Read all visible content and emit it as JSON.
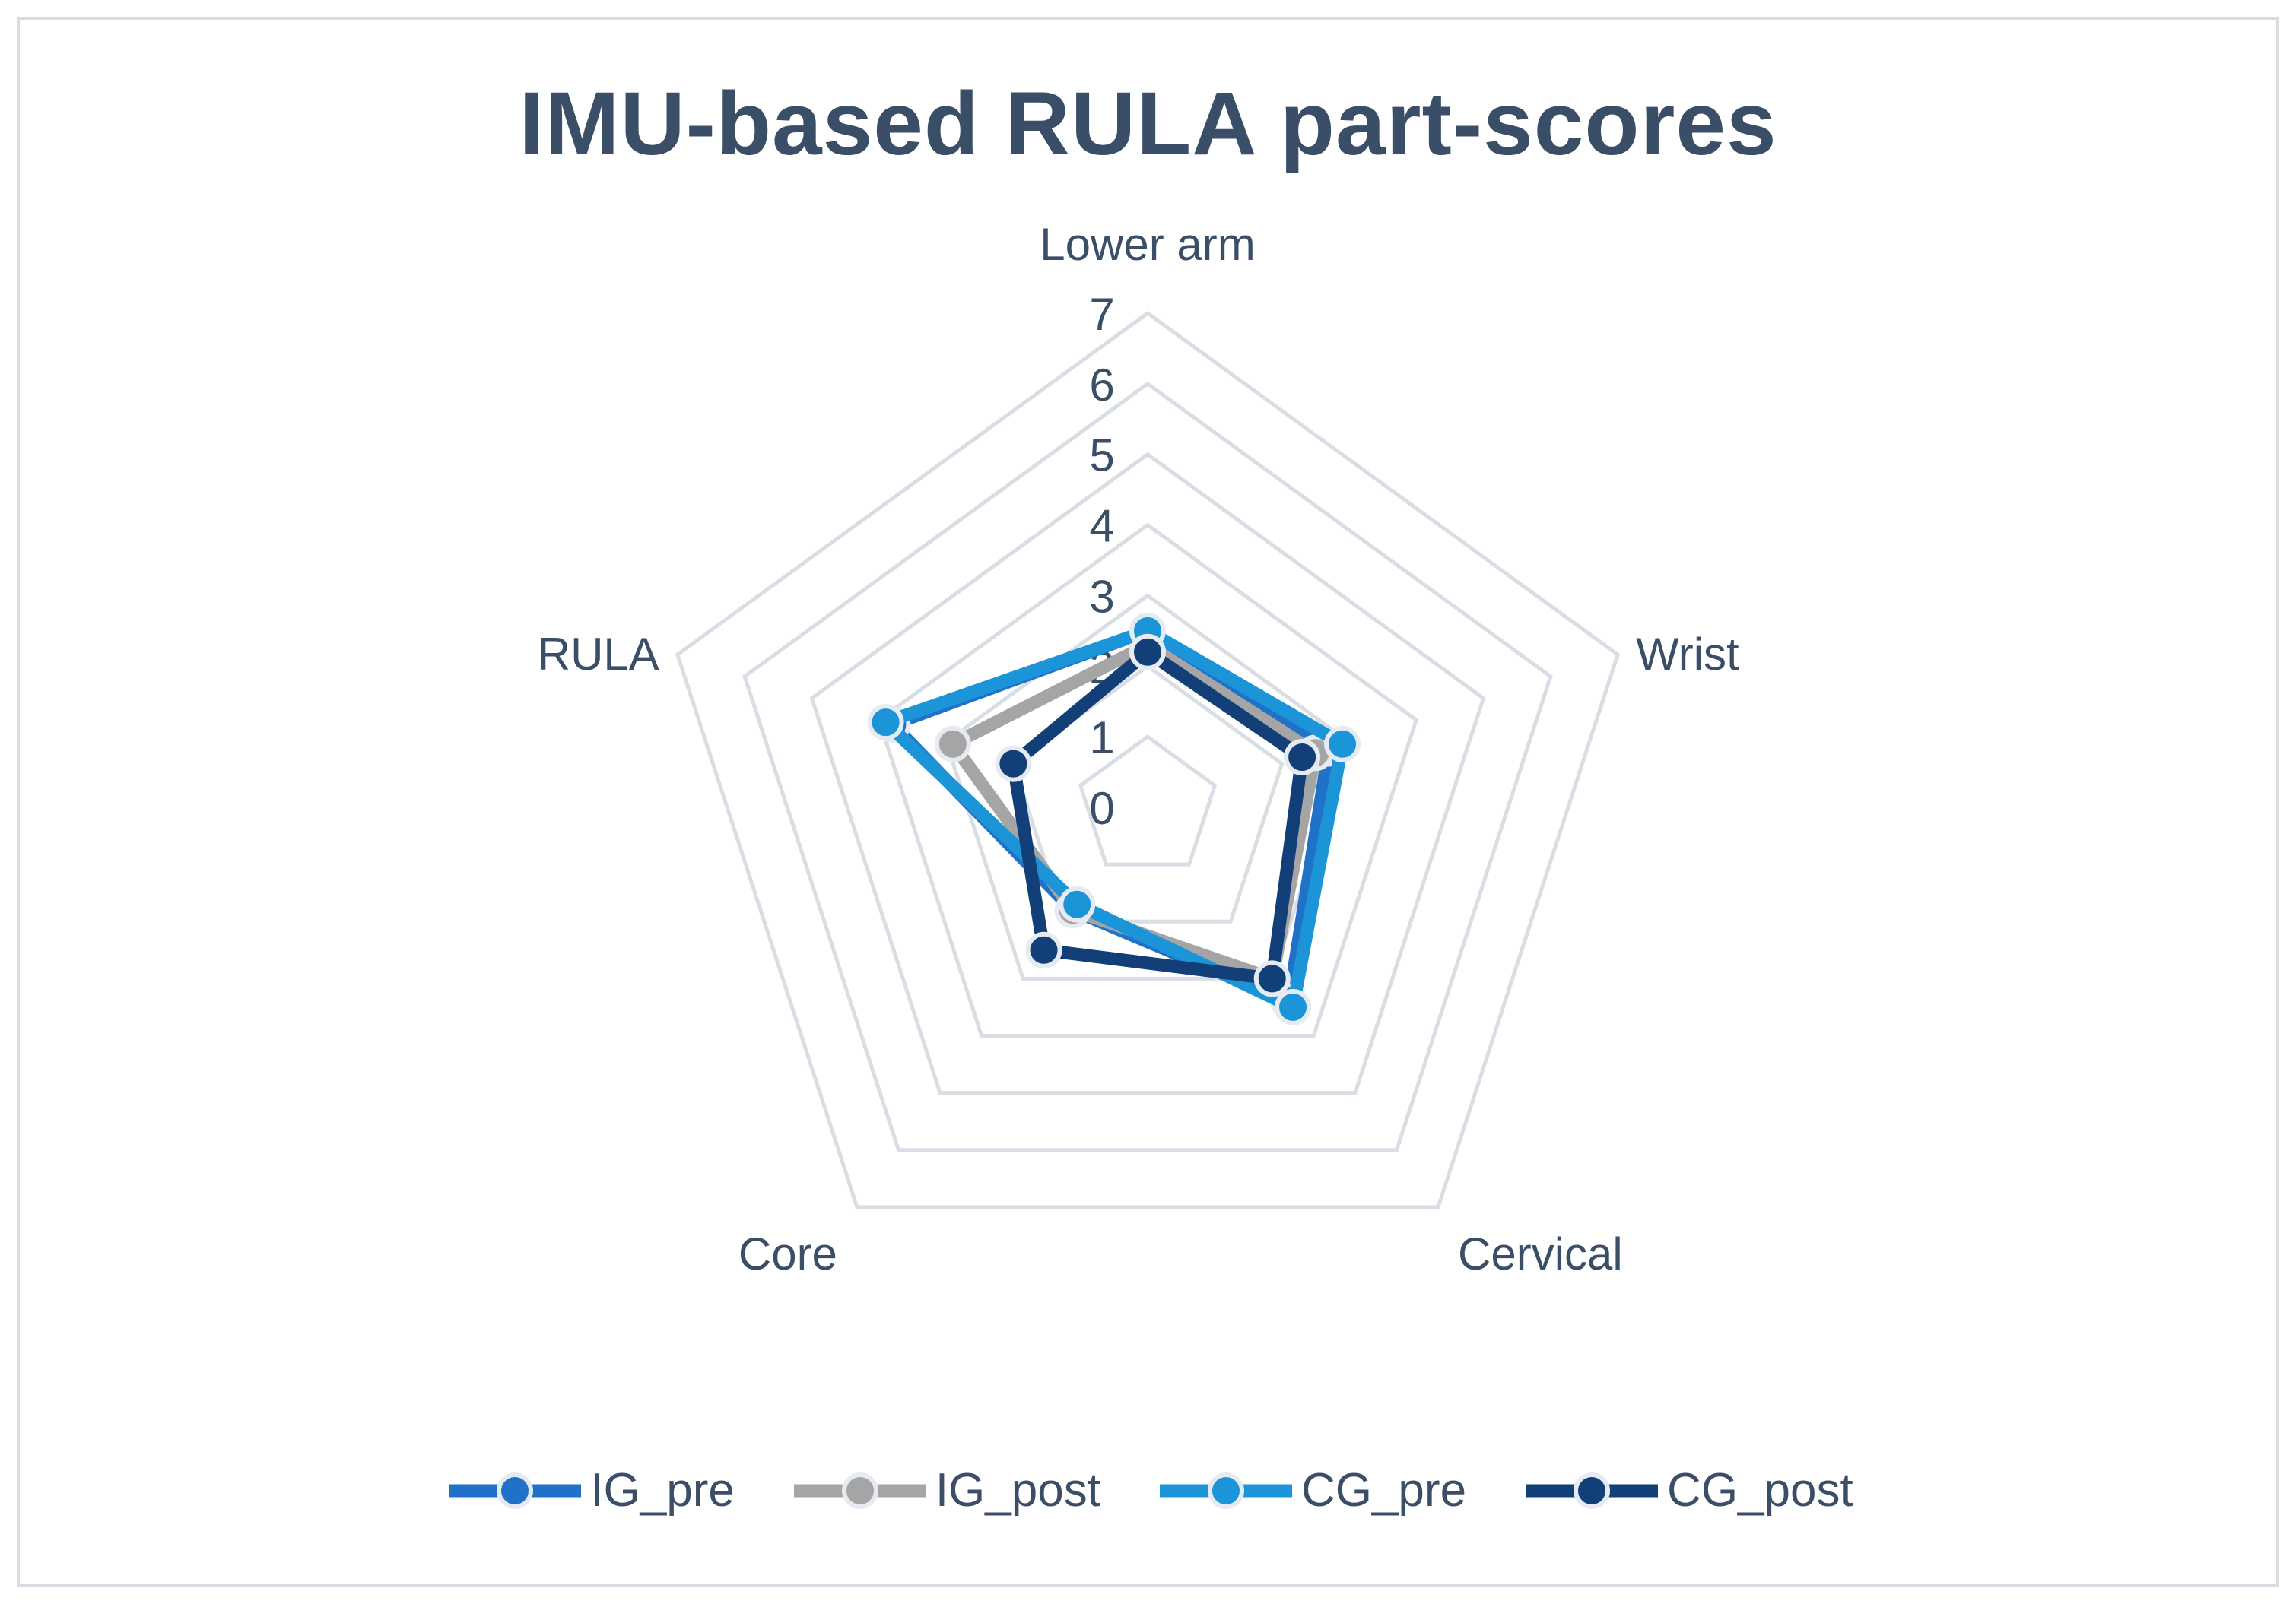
{
  "chart_data": {
    "type": "radar",
    "title": "IMU-based RULA part-scores",
    "categories": [
      "Lower arm",
      "Wrist",
      "Cervical",
      "Core",
      "RULA"
    ],
    "rlim": [
      0,
      7
    ],
    "ticks": [
      "0",
      "1",
      "2",
      "3",
      "4",
      "5",
      "6",
      "7"
    ],
    "grid": true,
    "legend_position": "bottom",
    "series": [
      {
        "name": "IG_pre",
        "color": "#1f72c8",
        "values": [
          2.5,
          2.7,
          3.4,
          1.8,
          3.8
        ]
      },
      {
        "name": "IG_post",
        "color": "#a5a5a5",
        "values": [
          2.3,
          2.5,
          3.0,
          1.8,
          2.9
        ]
      },
      {
        "name": "CG_pre",
        "color": "#1c95d8",
        "values": [
          2.5,
          2.9,
          3.5,
          1.7,
          3.9
        ]
      },
      {
        "name": "CG_post",
        "color": "#123f78",
        "values": [
          2.2,
          2.3,
          3.0,
          2.5,
          2.0
        ]
      }
    ]
  }
}
